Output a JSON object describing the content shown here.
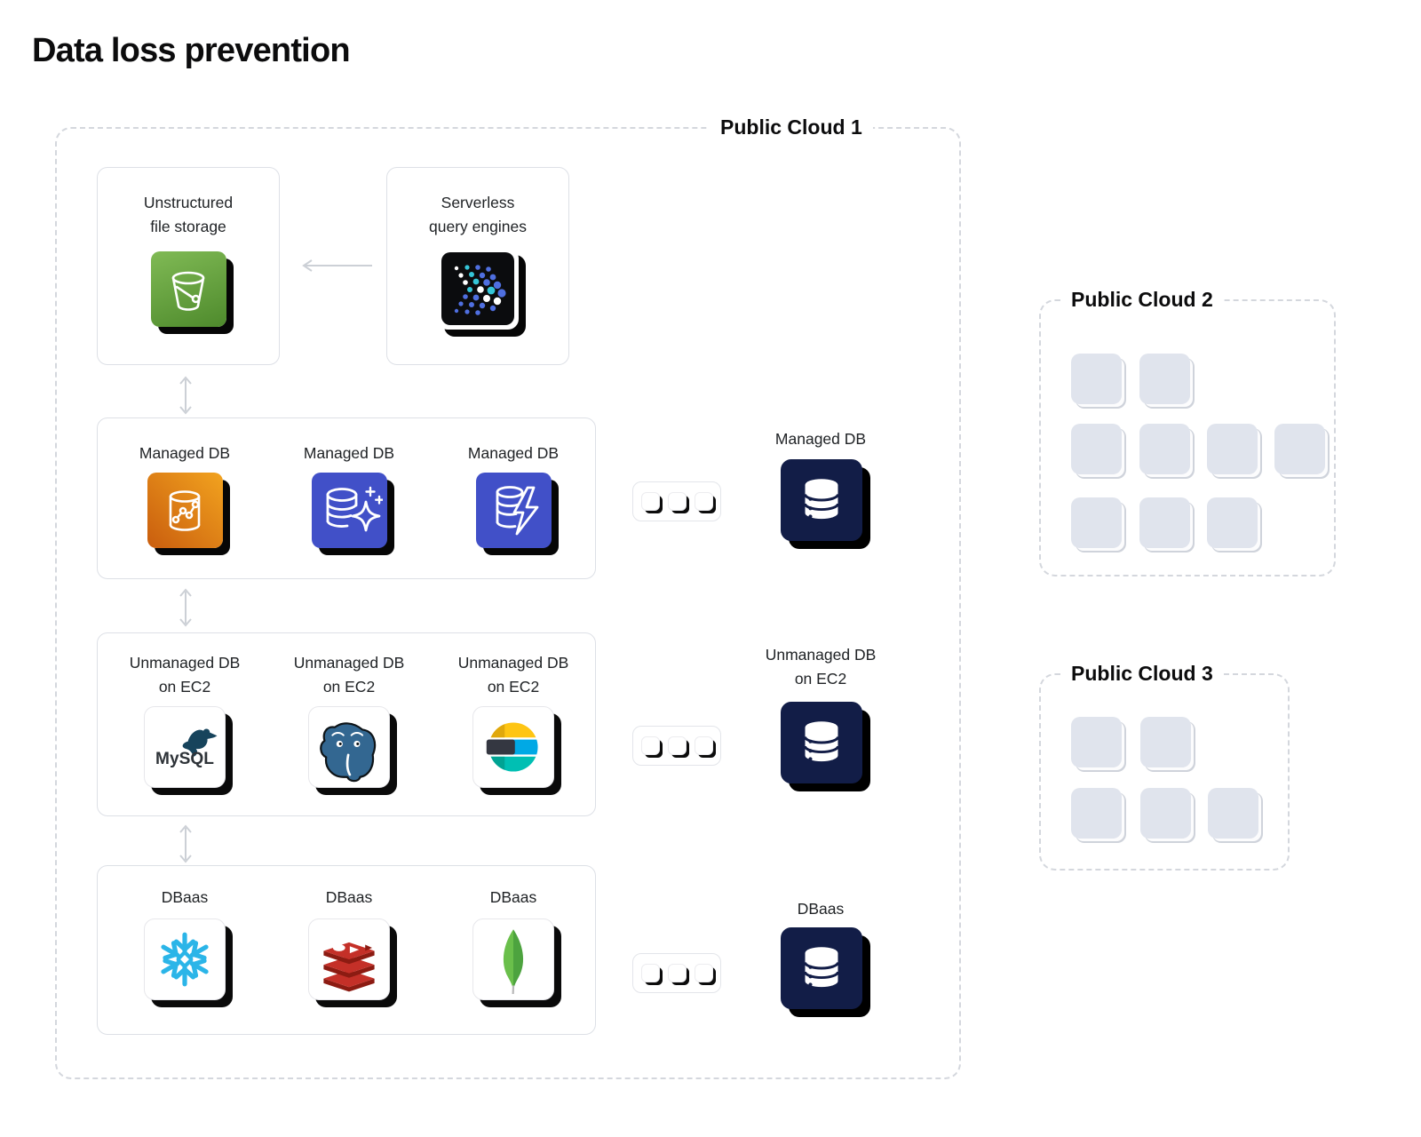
{
  "title": "Data loss prevention",
  "cloud1": {
    "label": "Public Cloud 1",
    "storage": {
      "line1": "Unstructured",
      "line2": "file storage",
      "icon": "s3-bucket-icon"
    },
    "serverless": {
      "line1": "Serverless",
      "line2": "query engines",
      "icon": "query-engine-dots-icon"
    },
    "managed": {
      "items": [
        {
          "label": "Managed DB",
          "icon": "timeseries-db-icon"
        },
        {
          "label": "Managed DB",
          "icon": "db-sparkle-icon"
        },
        {
          "label": "Managed DB",
          "icon": "db-lightning-icon"
        }
      ]
    },
    "unmanaged": {
      "items": [
        {
          "line1": "Unmanaged DB",
          "line2": "on EC2",
          "icon": "mysql-icon"
        },
        {
          "line1": "Unmanaged DB",
          "line2": "on EC2",
          "icon": "postgresql-icon"
        },
        {
          "line1": "Unmanaged DB",
          "line2": "on EC2",
          "icon": "elasticsearch-icon"
        }
      ]
    },
    "dbaas": {
      "items": [
        {
          "label": "DBaas",
          "icon": "snowflake-icon"
        },
        {
          "label": "DBaas",
          "icon": "redis-icon"
        },
        {
          "label": "DBaas",
          "icon": "mongodb-icon"
        }
      ]
    },
    "summary": {
      "items": [
        {
          "label": "Managed DB",
          "icon": "database-stack-icon"
        },
        {
          "line1": "Unmanaged DB",
          "line2": "on EC2",
          "icon": "database-stack-icon"
        },
        {
          "label": "DBaas",
          "icon": "database-stack-icon"
        }
      ]
    },
    "more_indicator_icon": "ellipsis-squares-icon"
  },
  "cloud2": {
    "label": "Public Cloud 2",
    "square_rows": [
      2,
      4,
      3
    ]
  },
  "cloud3": {
    "label": "Public Cloud 3",
    "square_rows": [
      2,
      3
    ]
  },
  "colors": {
    "navy": "#121d47",
    "indigo": "#4150c8",
    "orange_gradient": [
      "#f2a31f",
      "#c95d0e"
    ],
    "green_gradient": [
      "#80ba55",
      "#4e8a2c"
    ],
    "snowflake_cyan": "#2bb5e8",
    "redis_red": "#c43028",
    "mongodb_green": "#5aa745",
    "postgres_blue": "#336791",
    "elastic_yellow": "#fec514",
    "elastic_blue": "#00a9e5",
    "elastic_teal": "#00bfb3",
    "elastic_dark": "#343741",
    "square_gray": "#e0e4ed",
    "arrow_gray": "#ccd0d6"
  }
}
